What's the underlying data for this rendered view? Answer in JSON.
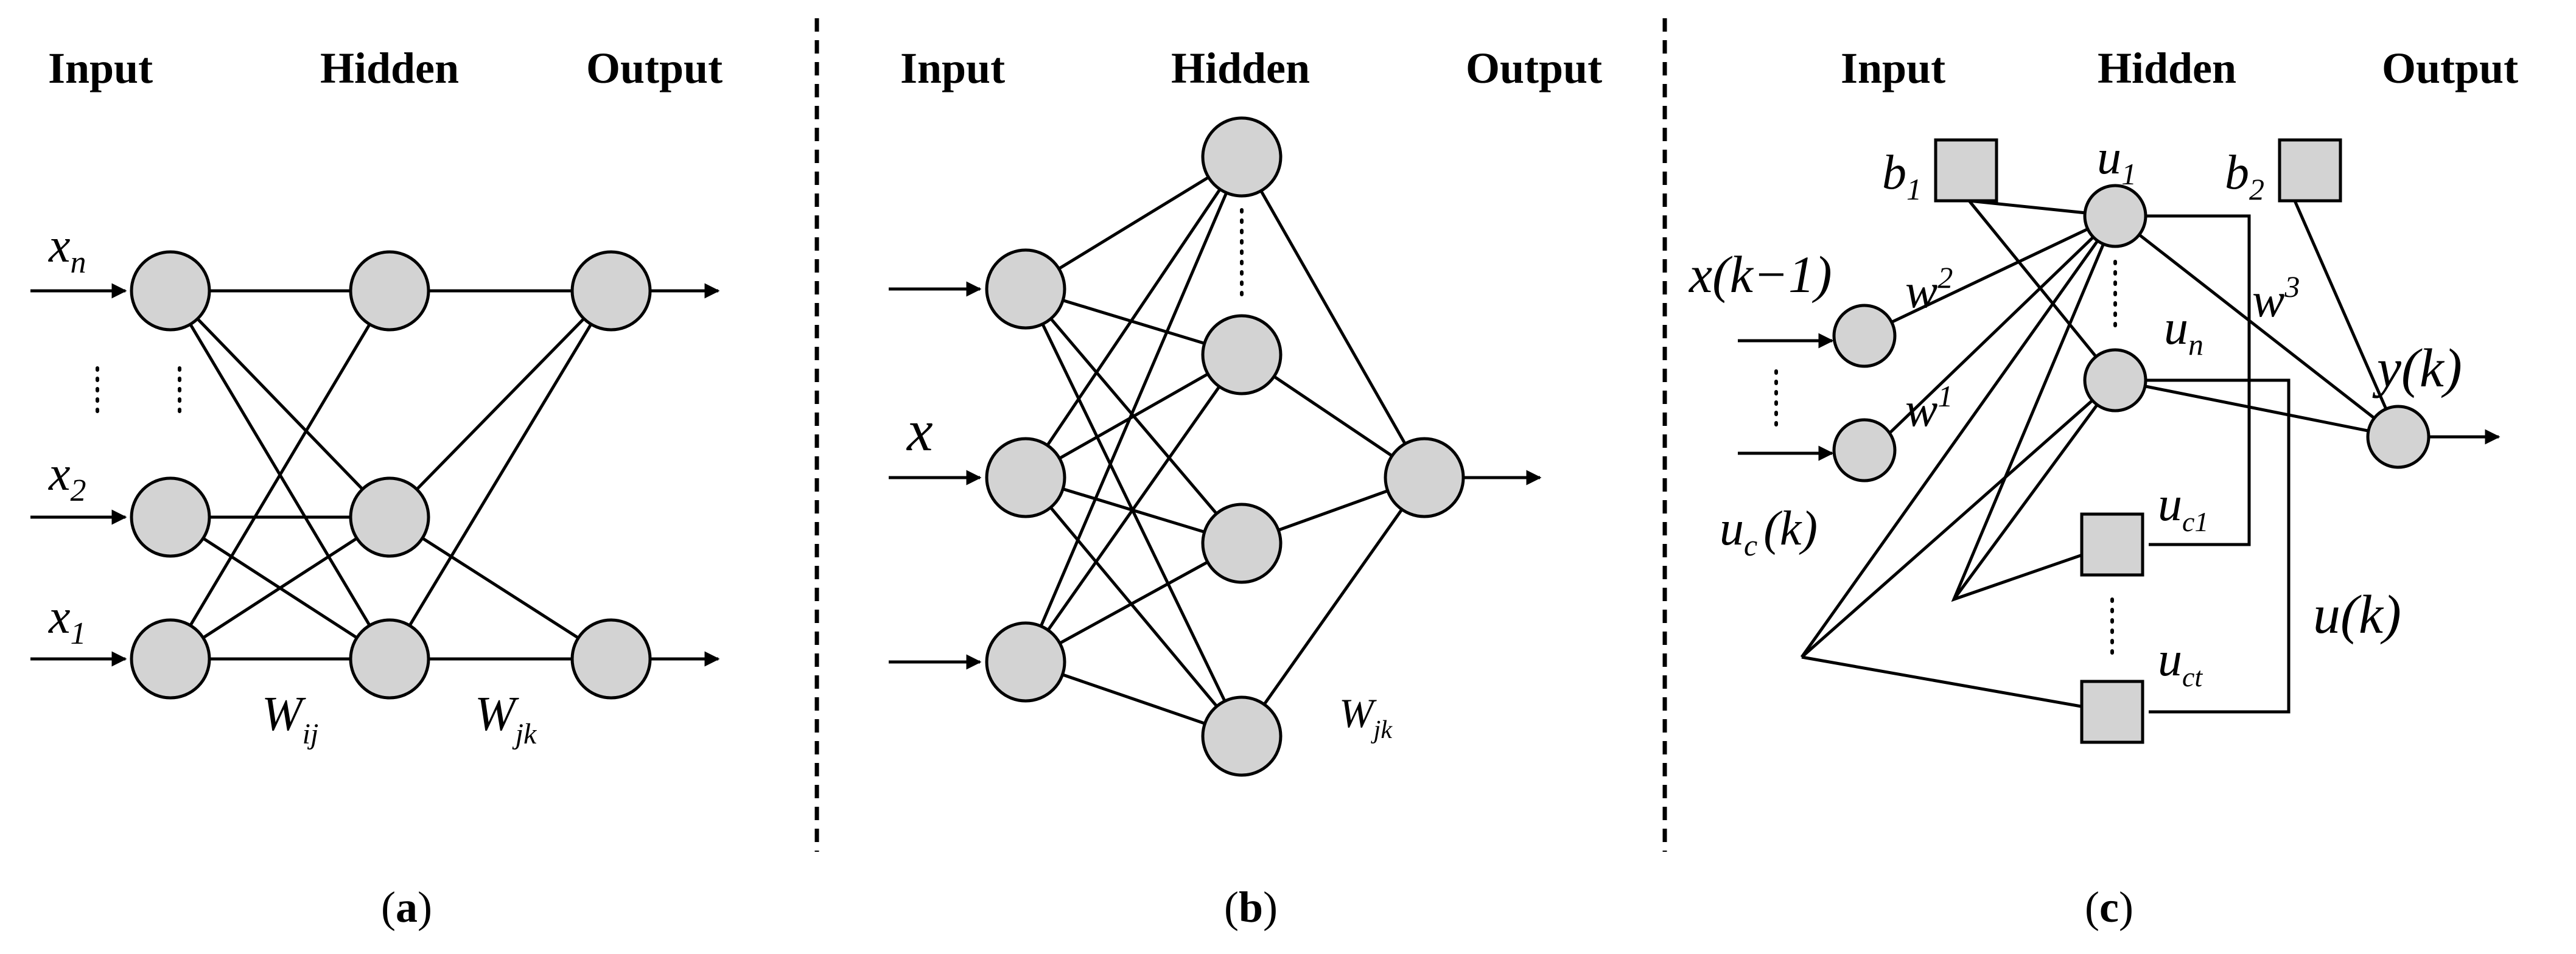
{
  "panels": [
    {
      "id": "a",
      "headers": {
        "input": "Input",
        "hidden": "Hidden",
        "output": "Output"
      },
      "input_labels": {
        "xn_base": "x",
        "xn_sub": "n",
        "x2_base": "x",
        "x2_sub": "2",
        "x1_base": "x",
        "x1_sub": "1"
      },
      "weights": {
        "wij_base": "W",
        "wij_sub": "ij",
        "wjk_base": "W",
        "wjk_sub": "jk"
      },
      "caption": {
        "open": "(",
        "letter": "a",
        "close": ")"
      }
    },
    {
      "id": "b",
      "headers": {
        "input": "Input",
        "hidden": "Hidden",
        "output": "Output"
      },
      "input_labels": {
        "x": "x"
      },
      "weights": {
        "wjk_base": "W",
        "wjk_sub": "jk"
      },
      "caption": {
        "open": "(",
        "letter": "b",
        "close": ")"
      }
    },
    {
      "id": "c",
      "headers": {
        "input": "Input",
        "hidden": "Hidden",
        "output": "Output"
      },
      "labels": {
        "x_prev": "x(k−1)",
        "uc_base": "u",
        "uc_sub": "c",
        "uc_arg": "(k)",
        "w1_base": "w",
        "w1_sup": "1",
        "w2_base": "w",
        "w2_sup": "2",
        "w3_base": "w",
        "w3_sup": "3",
        "b1_base": "b",
        "b1_sub": "1",
        "b2_base": "b",
        "b2_sub": "2",
        "u1_base": "u",
        "u1_sub": "1",
        "un_base": "u",
        "un_sub": "n",
        "uc1_base": "u",
        "uc1_sub": "c1",
        "uct_base": "u",
        "uct_sub": "ct",
        "yk": "y(k)",
        "uk": "u(k)"
      },
      "caption": {
        "open": "(",
        "letter": "c",
        "close": ")"
      }
    }
  ],
  "colors": {
    "node_fill": "#d3d3d3",
    "stroke": "#000000",
    "background": "#ffffff"
  }
}
